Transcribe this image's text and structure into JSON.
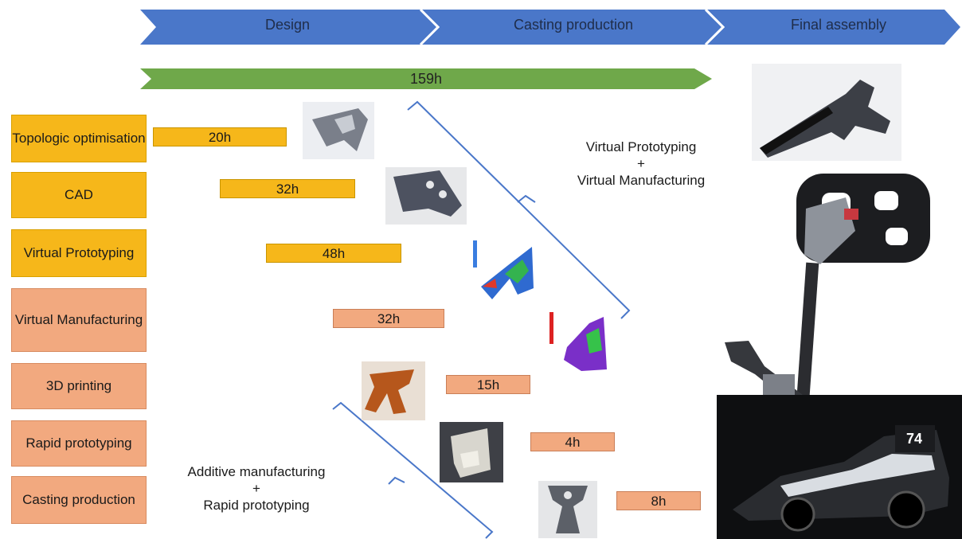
{
  "stages": [
    {
      "label": "Design"
    },
    {
      "label": "Casting production"
    },
    {
      "label": "Final assembly"
    }
  ],
  "total_bar": {
    "label": "159h",
    "color": "#6fa84a"
  },
  "tasks": [
    {
      "label": "Topologic optimisation",
      "color": "yellow",
      "duration": "20h"
    },
    {
      "label": "CAD",
      "color": "yellow",
      "duration": "32h"
    },
    {
      "label": "Virtual Prototyping",
      "color": "yellow",
      "duration": "48h"
    },
    {
      "label": "Virtual Manufacturing",
      "color": "salmon",
      "duration": "32h"
    },
    {
      "label": "3D printing",
      "color": "salmon",
      "duration": "15h"
    },
    {
      "label": "Rapid prototyping",
      "color": "salmon",
      "duration": "4h"
    },
    {
      "label": "Casting production",
      "color": "salmon",
      "duration": "8h"
    }
  ],
  "notes": {
    "virtual": {
      "line1": "Virtual Prototyping",
      "plus": "+",
      "line2": "Virtual Manufacturing"
    },
    "additive": {
      "line1": "Additive manufacturing",
      "plus": "+",
      "line2": "Rapid prototyping"
    }
  },
  "race_car": {
    "number": "74"
  },
  "colors": {
    "arrow_blue": "#4a77c9",
    "yellow": "#f6b71a",
    "salmon": "#f2a97f",
    "green": "#6fa84a",
    "bracket": "#4a77c9"
  }
}
